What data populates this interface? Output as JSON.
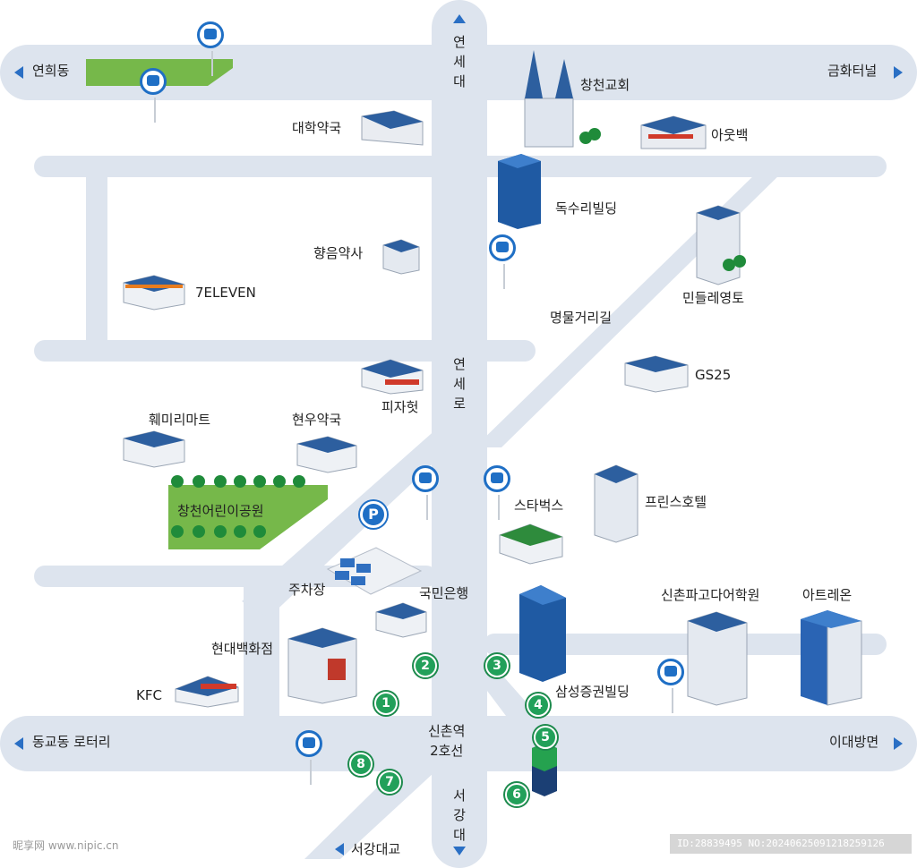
{
  "directions": {
    "top_left": "연희동",
    "top_right": "금화터널",
    "top_vertical": "연세대",
    "mid_left": "동교동 로터리",
    "mid_right": "이대방면",
    "bottom_vertical": "서강대",
    "bottom_left": "서강대교"
  },
  "roads": {
    "main_road": "연세로",
    "diagonal_road": "명물거리길",
    "station": "신촌역\n2호선"
  },
  "places": {
    "church": "창천교회",
    "outback": "아웃백",
    "pharmacy_top": "대학약국",
    "doksuri": "독수리빌딩",
    "hyangeum": "향음약사",
    "seven_eleven": "7ELEVEN",
    "mindle": "민들레영토",
    "gs25": "GS25",
    "pizzahut": "피자헛",
    "familymart": "훼미리마트",
    "hyunwoo": "현우약국",
    "park": "창천어린이공원",
    "starbucks": "스타벅스",
    "prince_hotel": "프린스호텔",
    "parking_lot": "주차장",
    "kookmin": "국민은행",
    "hyundai": "현대백화점",
    "kfc": "KFC",
    "samsung": "삼성증권빌딩",
    "pagoda": "신촌파고다어학원",
    "artreon": "아트레온"
  },
  "exits": [
    "1",
    "2",
    "3",
    "4",
    "5",
    "6",
    "7",
    "8"
  ],
  "parking_symbol": "P",
  "watermark": {
    "left": "昵享网 www.nipic.cn",
    "right": "ID:28839495 NO:20240625091218259126"
  },
  "colors": {
    "road": "#dde4ee",
    "park": "#76b84a",
    "exit": "#22a05a",
    "bus": "#1f6fc5",
    "arrow": "#2a6fc4"
  }
}
